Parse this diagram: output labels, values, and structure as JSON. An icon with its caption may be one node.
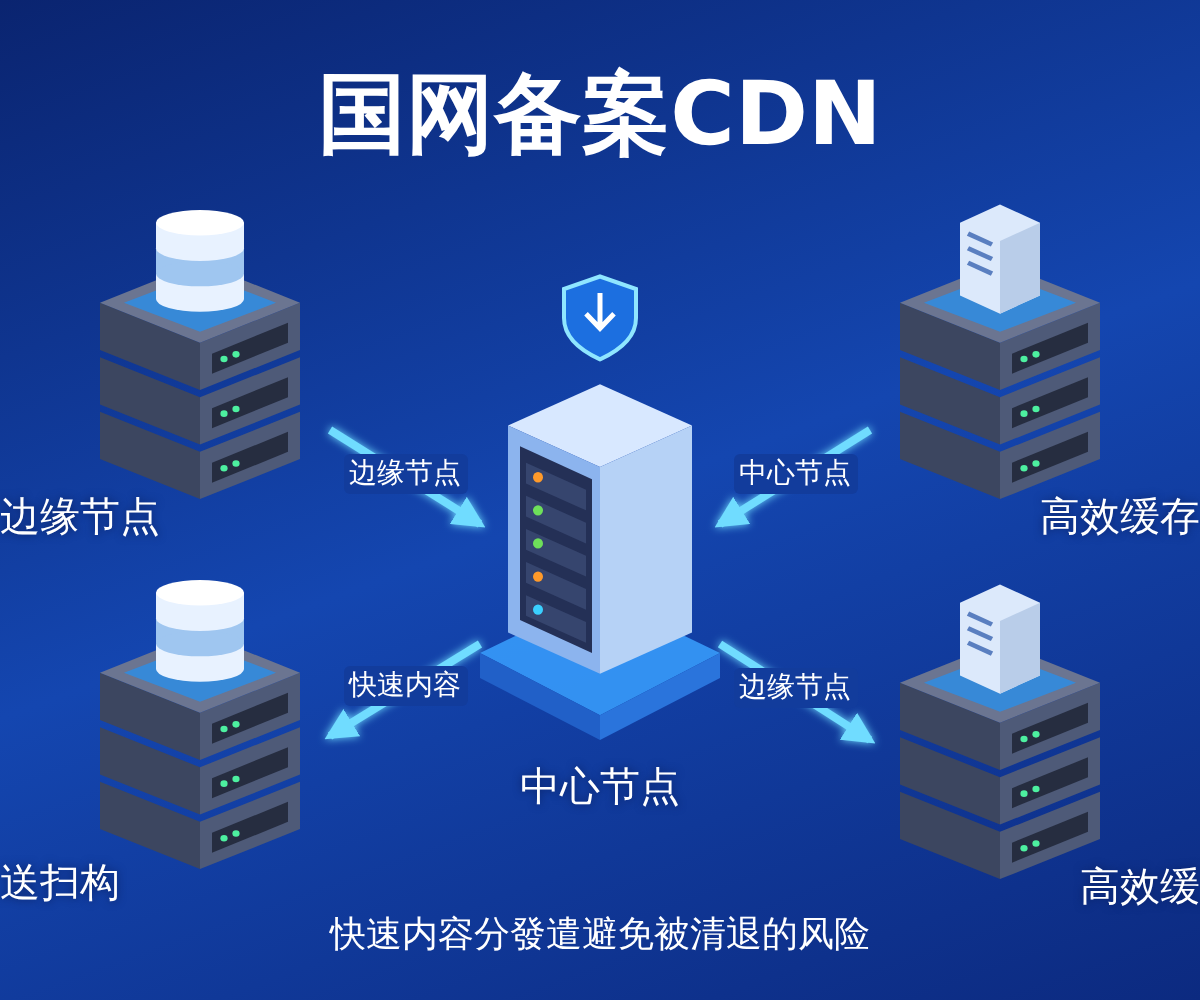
{
  "diagram": {
    "title": "国网备案CDN",
    "caption": "快速内容分發遣避免被清退的风险",
    "nodes": [
      {
        "text": [
          "中心节点"
        ]
      },
      {
        "text": [
          "边缘节点"
        ]
      },
      {
        "text": [
          "高效缓存"
        ]
      },
      {
        "text": [
          "送扫构"
        ]
      },
      {
        "text": [
          "高效缓"
        ]
      }
    ],
    "edges": [
      {
        "from": 1,
        "to": 0,
        "arrow": "to",
        "label": "边缘节点"
      },
      {
        "from": 2,
        "to": 0,
        "arrow": "to",
        "label": "中心节点"
      },
      {
        "from": 0,
        "to": 3,
        "arrow": "to",
        "label": "快速内容"
      },
      {
        "from": 0,
        "to": 4,
        "arrow": "to",
        "label": "边缘节点"
      }
    ]
  }
}
